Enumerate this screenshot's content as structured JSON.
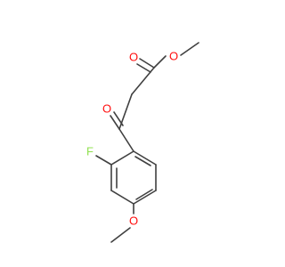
{
  "molecule": {
    "atoms": [
      {
        "id": "o_ether",
        "symbol": "O",
        "color": "#ff0d0d"
      },
      {
        "id": "o_ester_carbonyl",
        "symbol": "O",
        "color": "#ff0d0d"
      },
      {
        "id": "o_ketone",
        "symbol": "O",
        "color": "#ff0d0d"
      },
      {
        "id": "f_fluoro",
        "symbol": "F",
        "color": "#90e050"
      },
      {
        "id": "o_methoxy",
        "symbol": "O",
        "color": "#ff0d0d"
      }
    ],
    "bond_color": "#404040"
  }
}
